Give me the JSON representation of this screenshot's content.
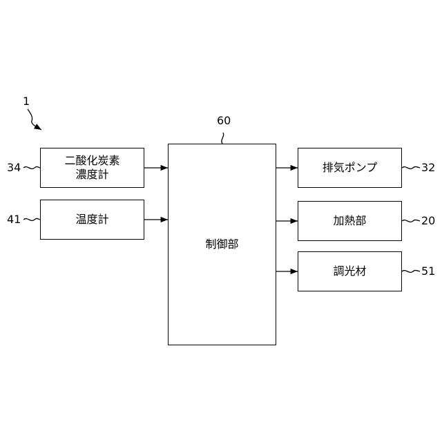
{
  "figure_ref": "1",
  "control": {
    "ref": "60",
    "label": "制御部"
  },
  "inputs": [
    {
      "ref": "34",
      "lines": [
        "二酸化炭素",
        "濃度計"
      ]
    },
    {
      "ref": "41",
      "lines": [
        "温度計"
      ]
    }
  ],
  "outputs": [
    {
      "ref": "32",
      "label": "排気ポンプ"
    },
    {
      "ref": "20",
      "label": "加熱部"
    },
    {
      "ref": "51",
      "label": "調光材"
    }
  ]
}
